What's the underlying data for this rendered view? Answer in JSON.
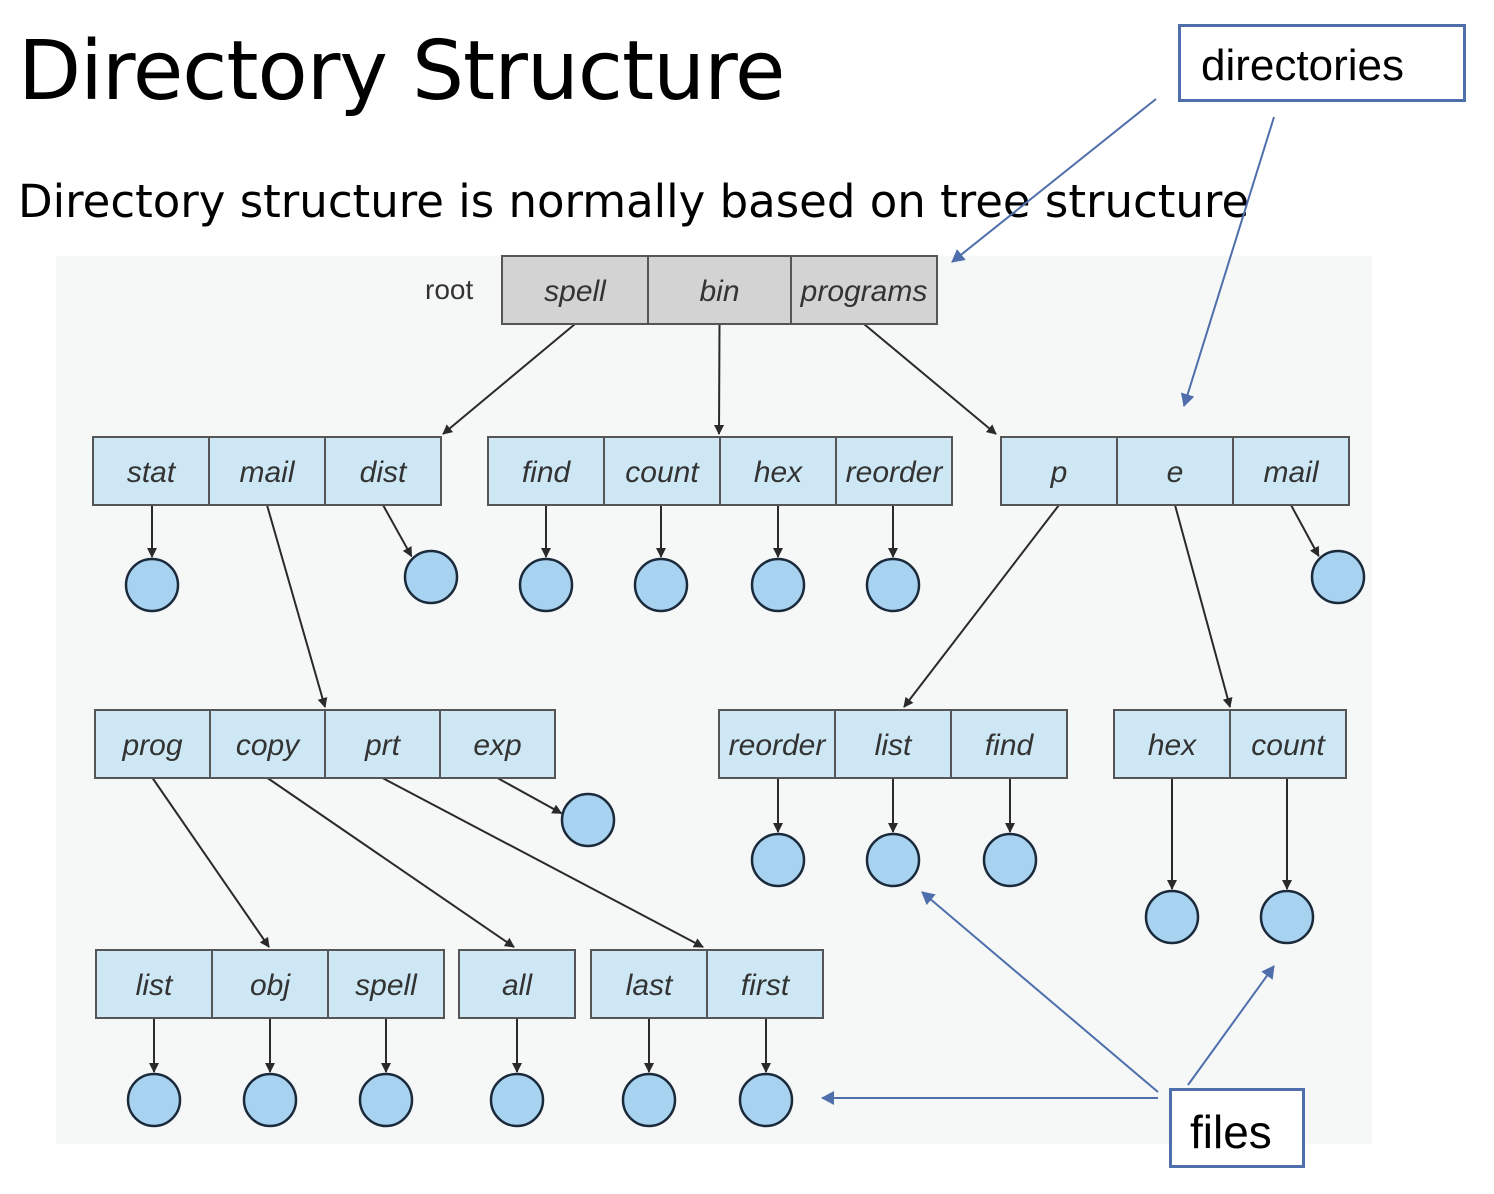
{
  "slide": {
    "title": "Directory Structure",
    "subtitle": "Directory structure is normally based on tree structure"
  },
  "callouts": {
    "directories": "directories",
    "files": "files"
  },
  "tree": {
    "root_label": "root",
    "root": [
      "spell",
      "bin",
      "programs"
    ],
    "spell": [
      "stat",
      "mail",
      "dist"
    ],
    "bin": [
      "find",
      "count",
      "hex",
      "reorder"
    ],
    "programs": [
      "p",
      "e",
      "mail"
    ],
    "mail": [
      "prog",
      "copy",
      "prt",
      "exp"
    ],
    "p": [
      "reorder",
      "list",
      "find"
    ],
    "e": [
      "hex",
      "count"
    ],
    "prog": [
      "list",
      "obj",
      "spell"
    ],
    "copy": [
      "all"
    ],
    "prt": [
      "last",
      "first"
    ]
  },
  "colors": {
    "root_fill": "#d3d3d3",
    "dir_fill": "#cde8f4",
    "file_fill": "#a8d3f0",
    "file_stroke": "#1a2a3a",
    "arrow": "#2a2a2a",
    "callout": "#4e6fac"
  }
}
